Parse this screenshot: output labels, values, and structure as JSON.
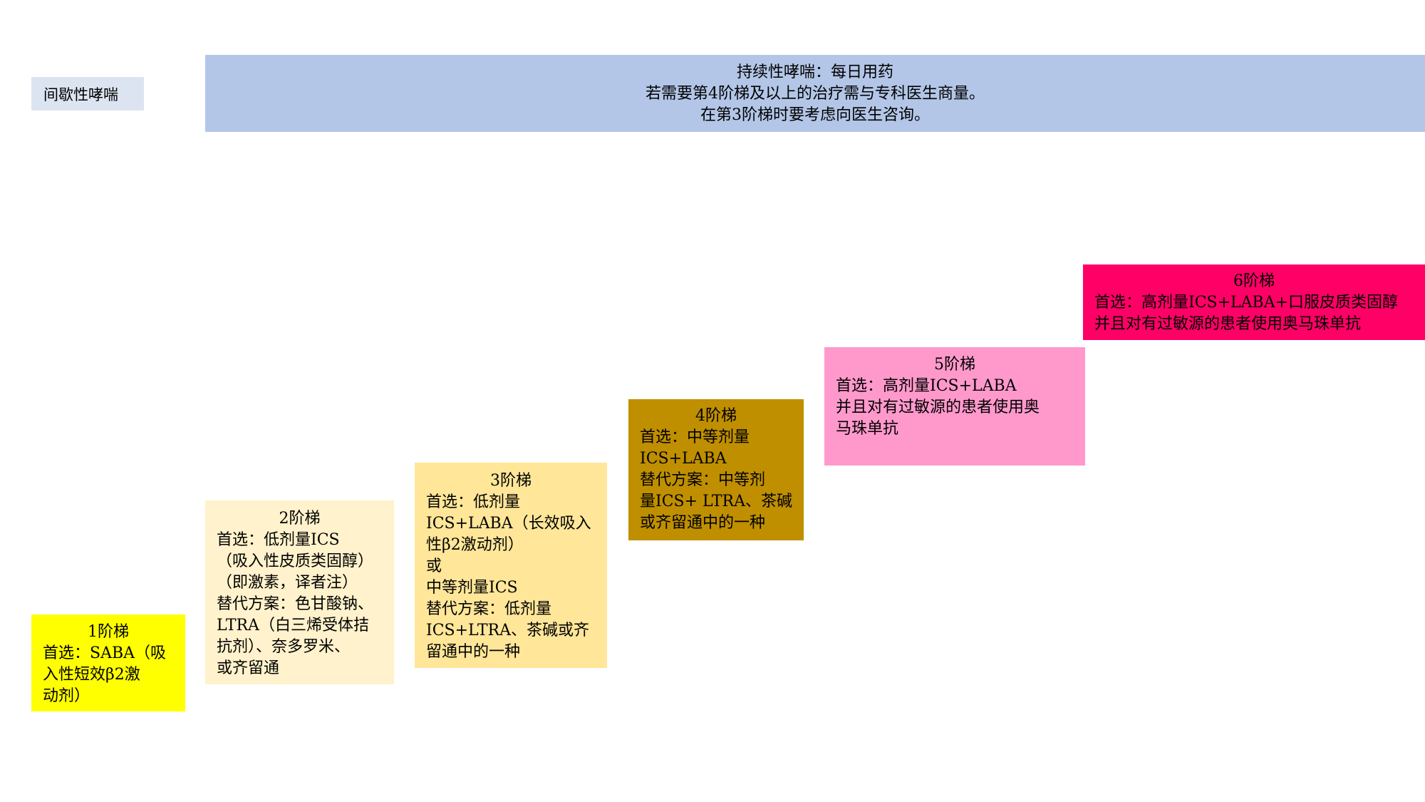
{
  "colors": {
    "intermittent_bg": "#dce4f1",
    "persistent_bg": "#b3c6e7",
    "step1_bg": "#ffff00",
    "step2_bg": "#fff2cc",
    "step3_bg": "#ffe699",
    "step4_bg": "#bf8f00",
    "step5_bg": "#ff99cc",
    "step6_bg": "#ff0066"
  },
  "intermittent": {
    "label": "间歇性哮喘"
  },
  "persistent": {
    "lines": [
      "持续性哮喘：每日用药",
      "若需要第4阶梯及以上的治疗需与专科医生商量。",
      "在第3阶梯时要考虑向医生咨询。"
    ]
  },
  "steps": [
    {
      "title": "1阶梯",
      "lines": [
        "首选：SABA（吸",
        "入性短效β2激",
        "动剂）"
      ]
    },
    {
      "title": "2阶梯",
      "lines": [
        "首选：低剂量ICS",
        "（吸入性皮质类固醇）",
        "（即激素，译者注）",
        "替代方案：色甘酸钠、",
        "LTRA（白三烯受体拮",
        "抗剂）、奈多罗米、",
        "或齐留通"
      ]
    },
    {
      "title": "3阶梯",
      "lines": [
        "首选：低剂量",
        "ICS+LABA（长效吸入",
        "性β2激动剂）",
        "或",
        "中等剂量ICS",
        "替代方案：低剂量",
        "ICS+LTRA、茶碱或齐",
        "留通中的一种"
      ]
    },
    {
      "title": "4阶梯",
      "lines": [
        "首选：中等剂量",
        "ICS+LABA",
        "替代方案：中等剂",
        "量ICS+ LTRA、茶碱",
        "或齐留通中的一种"
      ]
    },
    {
      "title": "5阶梯",
      "lines": [
        "首选：高剂量ICS+LABA",
        "并且对有过敏源的患者使用奥",
        "马珠单抗"
      ]
    },
    {
      "title": "6阶梯",
      "lines": [
        "首选：高剂量ICS+LABA+口服皮质类固醇",
        "并且对有过敏源的患者使用奥马珠单抗"
      ]
    }
  ]
}
